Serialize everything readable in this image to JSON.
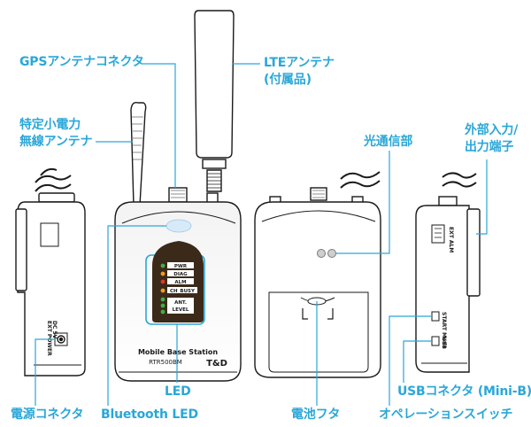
{
  "labels": {
    "gps_connector": "GPSアンテナコネクタ",
    "lte_antenna": [
      "LTEアンテナ",
      "(付属品)"
    ],
    "small_power_antenna": [
      "特定小電力",
      "無線アンテナ"
    ],
    "optical_comm": "光通信部",
    "external_io": [
      "外部入力/",
      "出力端子"
    ],
    "led": "LED",
    "power_connector": "電源コネクタ",
    "bluetooth_led": "Bluetooth LED",
    "battery_cover": "電池フタ",
    "usb_connector": "USBコネクタ (Mini-B)",
    "operation_switch": "オペレーションスイッチ"
  },
  "device": {
    "name": "Mobile Base Station",
    "model": "RTR500BM",
    "brand": "T&D",
    "led_panel": {
      "row1": "PWR",
      "row2": "DIAG",
      "row3": "ALM",
      "row4": "CH_BUSY",
      "row5": [
        "ANT.",
        "LEVEL"
      ]
    },
    "left_side": [
      "EXT POWER",
      "DC 5V"
    ],
    "right_side_top": "EXT ALM",
    "right_side_switch": "START Mode",
    "right_side_usb": "USB"
  },
  "colors": {
    "callout": "#2aa7d8",
    "outline": "#1a1a1a",
    "led_panel_bg": "#3b2a1a",
    "led_green": "#3fae49",
    "led_red": "#e2372b",
    "led_orange": "#f39a1e",
    "bluetooth_glow": "#d7eaf7"
  }
}
